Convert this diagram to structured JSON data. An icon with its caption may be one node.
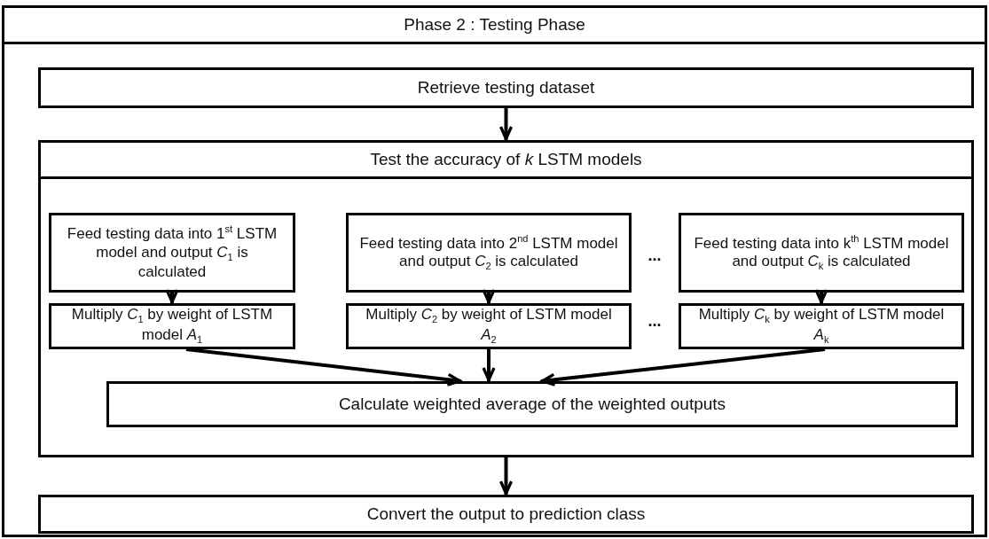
{
  "diagram": {
    "nodes": [
      {
        "text": [
          "Phase 2 : Testing Phase"
        ]
      },
      {
        "text": [
          "Retrieve testing dataset"
        ],
        "in": 0
      },
      {
        "text": [
          "Test the accuracy of *k* LSTM models"
        ],
        "in": 0
      },
      {
        "text": [
          "Feed testing data into 1$^{st}$ LSTM model and output *C*$_{1}$ is calculated"
        ],
        "in": 2
      },
      {
        "text": [
          "Feed testing data into 2$^{nd}$ LSTM model and output *C*$_{2}$ is calculated"
        ],
        "in": 2
      },
      {
        "text": [
          "Feed testing data into k$^{th}$ LSTM model and output *C*$_{k}$ is calculated"
        ],
        "in": 2
      },
      {
        "text": [
          "Multiply *C*$_{1}$ by weight of LSTM model *A*$_{1}$"
        ],
        "in": 2
      },
      {
        "text": [
          "Multiply *C*$_{2}$ by weight of LSTM model *A*$_{2}$"
        ],
        "in": 2
      },
      {
        "text": [
          "Multiply *C*$_{k}$ by weight of LSTM model *A*$_{k}$"
        ],
        "in": 2
      },
      {
        "text": [
          "Calculate weighted average of the weighted outputs"
        ],
        "in": 2
      },
      {
        "text": [
          "Convert the output to prediction class"
        ],
        "in": 0
      }
    ],
    "edges": [
      {
        "from": 1,
        "to": 2,
        "arrow": "to"
      },
      {
        "from": 3,
        "to": 6,
        "arrow": "to"
      },
      {
        "from": 4,
        "to": 7,
        "arrow": "to"
      },
      {
        "from": 5,
        "to": 8,
        "arrow": "to"
      },
      {
        "from": 6,
        "to": 9,
        "arrow": "to"
      },
      {
        "from": 7,
        "to": 9,
        "arrow": "to"
      },
      {
        "from": 8,
        "to": 9,
        "arrow": "to"
      },
      {
        "from": 2,
        "to": 10,
        "arrow": "to"
      }
    ],
    "labels": [
      "...",
      "..."
    ]
  }
}
